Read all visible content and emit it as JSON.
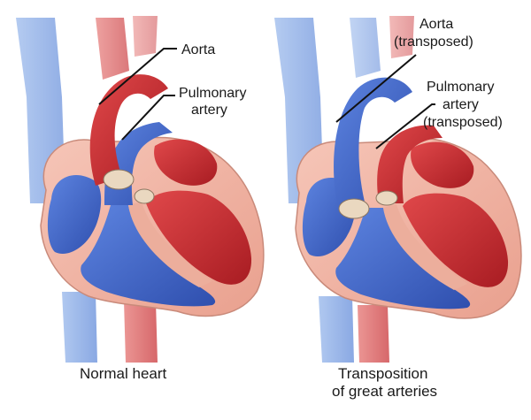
{
  "labels": {
    "left_aorta": "Aorta",
    "left_pulmonary_line1": "Pulmonary",
    "left_pulmonary_line2": "artery",
    "right_aorta_line1": "Aorta",
    "right_aorta_line2": "(transposed)",
    "right_pulmonary_line1": "Pulmonary",
    "right_pulmonary_line2": "artery",
    "right_pulmonary_line3": "(transposed)"
  },
  "captions": {
    "left": "Normal heart",
    "right_line1": "Transposition",
    "right_line2": "of great arteries"
  },
  "colors": {
    "oxygenated_red": "#c8282a",
    "deoxygenated_blue": "#3d63c9",
    "heart_tissue": "#f2b3a3",
    "valve": "#ead8c0",
    "background": "#ffffff"
  }
}
